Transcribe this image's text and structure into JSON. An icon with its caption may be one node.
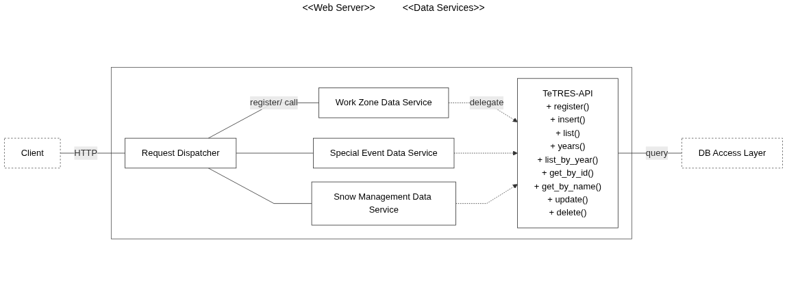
{
  "diagram": {
    "nodes": [
      {
        "text": [
          "Client"
        ]
      },
      {
        "text": [],
        "shape": "box"
      },
      {
        "text": [
          "Request Dispatcher"
        ],
        "in": 1
      },
      {
        "text": [
          "Work Zone Data Service"
        ],
        "in": 1
      },
      {
        "text": [
          "Special Event Data Service"
        ],
        "in": 1
      },
      {
        "text": [
          "Snow Management Data Service"
        ],
        "in": 1
      },
      {
        "text": [
          "TeTRES-API",
          "+ register()",
          "+ insert()",
          "+ list()",
          "+ years()",
          "+ list_by_year()",
          "+ get_by_id()",
          "+ get_by_name()",
          "+ update()",
          "+ delete()"
        ],
        "in": 1
      },
      {
        "text": [
          "DB Access Layer"
        ]
      }
    ],
    "edges": [
      {
        "from": 0,
        "to": 2,
        "arrow": "none",
        "label": "HTTP"
      },
      {
        "from": 2,
        "to": 3,
        "arrow": "none",
        "label": "register/ call"
      },
      {
        "from": 2,
        "to": 4,
        "arrow": "none"
      },
      {
        "from": 2,
        "to": 5,
        "arrow": "none"
      },
      {
        "from": 3,
        "to": 6,
        "arrow": "to",
        "style": "dashed",
        "label": "delegate"
      },
      {
        "from": 4,
        "to": 6,
        "arrow": "to",
        "style": "dashed"
      },
      {
        "from": 5,
        "to": 6,
        "arrow": "to",
        "style": "dashed"
      },
      {
        "from": 6,
        "to": 7,
        "arrow": "none",
        "label": "query"
      }
    ],
    "labels": [
      "<<Web Server>>",
      "<<Data Services>>"
    ]
  }
}
